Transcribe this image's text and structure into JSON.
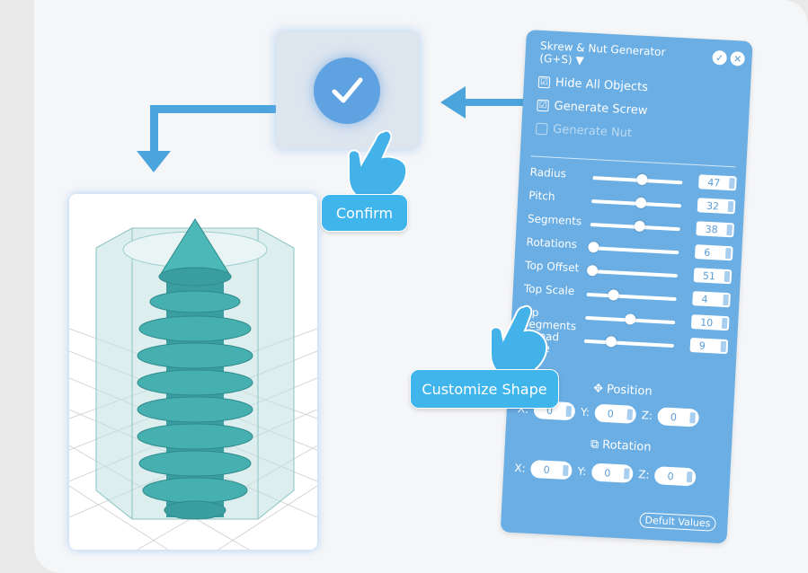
{
  "confirm_label": "Confirm",
  "customize_label": "Customize Shape",
  "panel": {
    "title_line1": "Skrew & Nut Generator",
    "title_line2": "(G+S) ▼",
    "accept_icon": "✓",
    "close_icon": "✕",
    "options": [
      {
        "label": "Hide All Objects",
        "checked": "☑"
      },
      {
        "label": "Generate Screw",
        "checked": "☑"
      },
      {
        "label": "Generate Nut",
        "checked": ""
      }
    ],
    "sliders": [
      {
        "label": "Radius",
        "value": "47",
        "level": 0.55
      },
      {
        "label": "Pitch",
        "value": "32",
        "level": 0.55
      },
      {
        "label": "Segments",
        "value": "38",
        "level": 0.55
      },
      {
        "label": "Rotations",
        "value": "6",
        "level": 0.05
      },
      {
        "label": "Top Offset",
        "value": "51",
        "level": 0.05
      },
      {
        "label": "Top Scale",
        "value": "4",
        "level": 0.3
      },
      {
        "label": "Tip Segments",
        "value": "10",
        "level": 0.5
      },
      {
        "label": "Thread Scale",
        "value": "9",
        "level": 0.3
      }
    ],
    "position_title": "Position",
    "rotation_title": "Rotation",
    "position": {
      "x_label": "X:",
      "x": "0",
      "y_label": "Y:",
      "y": "0",
      "z_label": "Z:",
      "z": "0"
    },
    "rotation": {
      "x_label": "X:",
      "x": "0",
      "y_label": "Y:",
      "y": "0",
      "z_label": "Z:",
      "z": "0"
    },
    "defaults_label": "Defult Values"
  },
  "colors": {
    "accent": "#4ba4dc",
    "panel": "#6aaee4",
    "model": "#3a9ea0"
  }
}
